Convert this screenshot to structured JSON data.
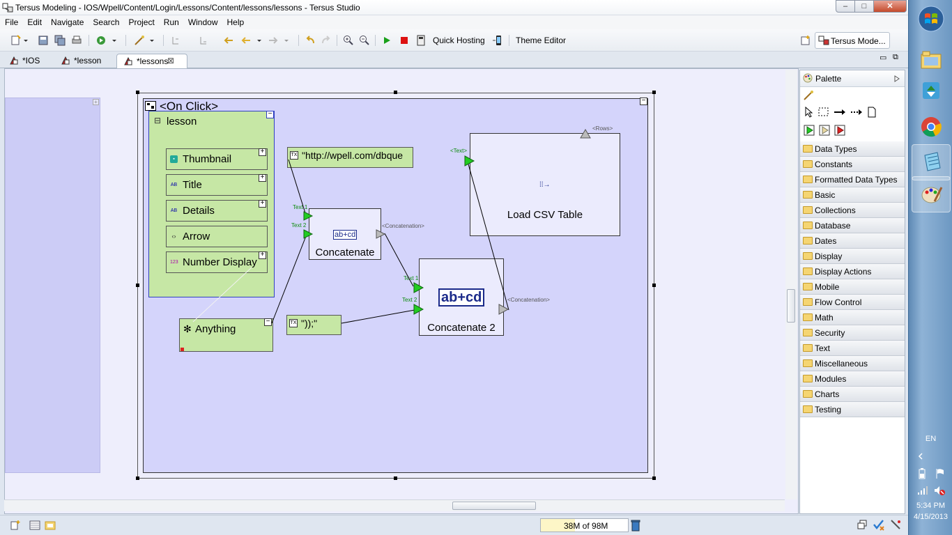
{
  "window": {
    "title": "Tersus Modeling - IOS/Wpell/Content/Login/Lessons/Content/lessons/lessons - Tersus Studio",
    "controls": {
      "minimize": "–",
      "maximize": "□",
      "close": "✕"
    }
  },
  "menu": [
    "File",
    "Edit",
    "Navigate",
    "Search",
    "Project",
    "Run",
    "Window",
    "Help"
  ],
  "toolbar": {
    "quick_hosting": "Quick Hosting",
    "theme_editor": "Theme Editor",
    "perspective": "Tersus Mode..."
  },
  "tabs": [
    {
      "label": "*IOS",
      "active": false
    },
    {
      "label": "*lesson",
      "active": false
    },
    {
      "label": "*lessons",
      "active": true,
      "close": "⊠"
    }
  ],
  "diagram": {
    "root_title": "<On Click>",
    "lesson_label": "lesson",
    "fields": [
      {
        "label": "Thumbnail",
        "icon": "image-icon"
      },
      {
        "label": "Title",
        "icon": "text-icon"
      },
      {
        "label": "Details",
        "icon": "text-icon"
      },
      {
        "label": "Arrow",
        "icon": "code-icon"
      },
      {
        "label": "Number Display",
        "icon": "number-icon"
      }
    ],
    "anything_label": "Anything",
    "constant_url": "\"http://wpell.com/dbque",
    "constant_end": "\"));\"",
    "concatenate": {
      "label": "Concatenate",
      "icon_text": "ab+cd",
      "input1": "Text 1",
      "input2": "Text 2",
      "output": "<Concatenation>"
    },
    "concatenate2": {
      "label": "Concatenate 2",
      "icon_text": "ab+cd",
      "input1": "Text 1",
      "input2": "Text 2",
      "output": "<Concatenation>"
    },
    "load_csv": {
      "label": "Load CSV Table",
      "input": "<Text>",
      "output": "<Rows>"
    },
    "collapse_symbol": "−",
    "expand_symbol": "+"
  },
  "palette": {
    "title": "Palette",
    "categories": [
      "Data Types",
      "Constants",
      "Formatted Data Types",
      "Basic",
      "Collections",
      "Database",
      "Dates",
      "Display",
      "Display Actions",
      "Mobile",
      "Flow Control",
      "Math",
      "Security",
      "Text",
      "Miscellaneous",
      "Modules",
      "Charts",
      "Testing"
    ]
  },
  "status": {
    "memory": "38M of 98M",
    "memory_used_fraction": 0.39
  },
  "taskbar": {
    "language": "EN",
    "time": "5:34 PM",
    "date": "4/15/2013"
  },
  "colors": {
    "diagram_bg": "#d4d4fb",
    "data_green": "#c6e7a5",
    "port_green": "#22cc22",
    "port_grey": "#bbbbbb"
  }
}
